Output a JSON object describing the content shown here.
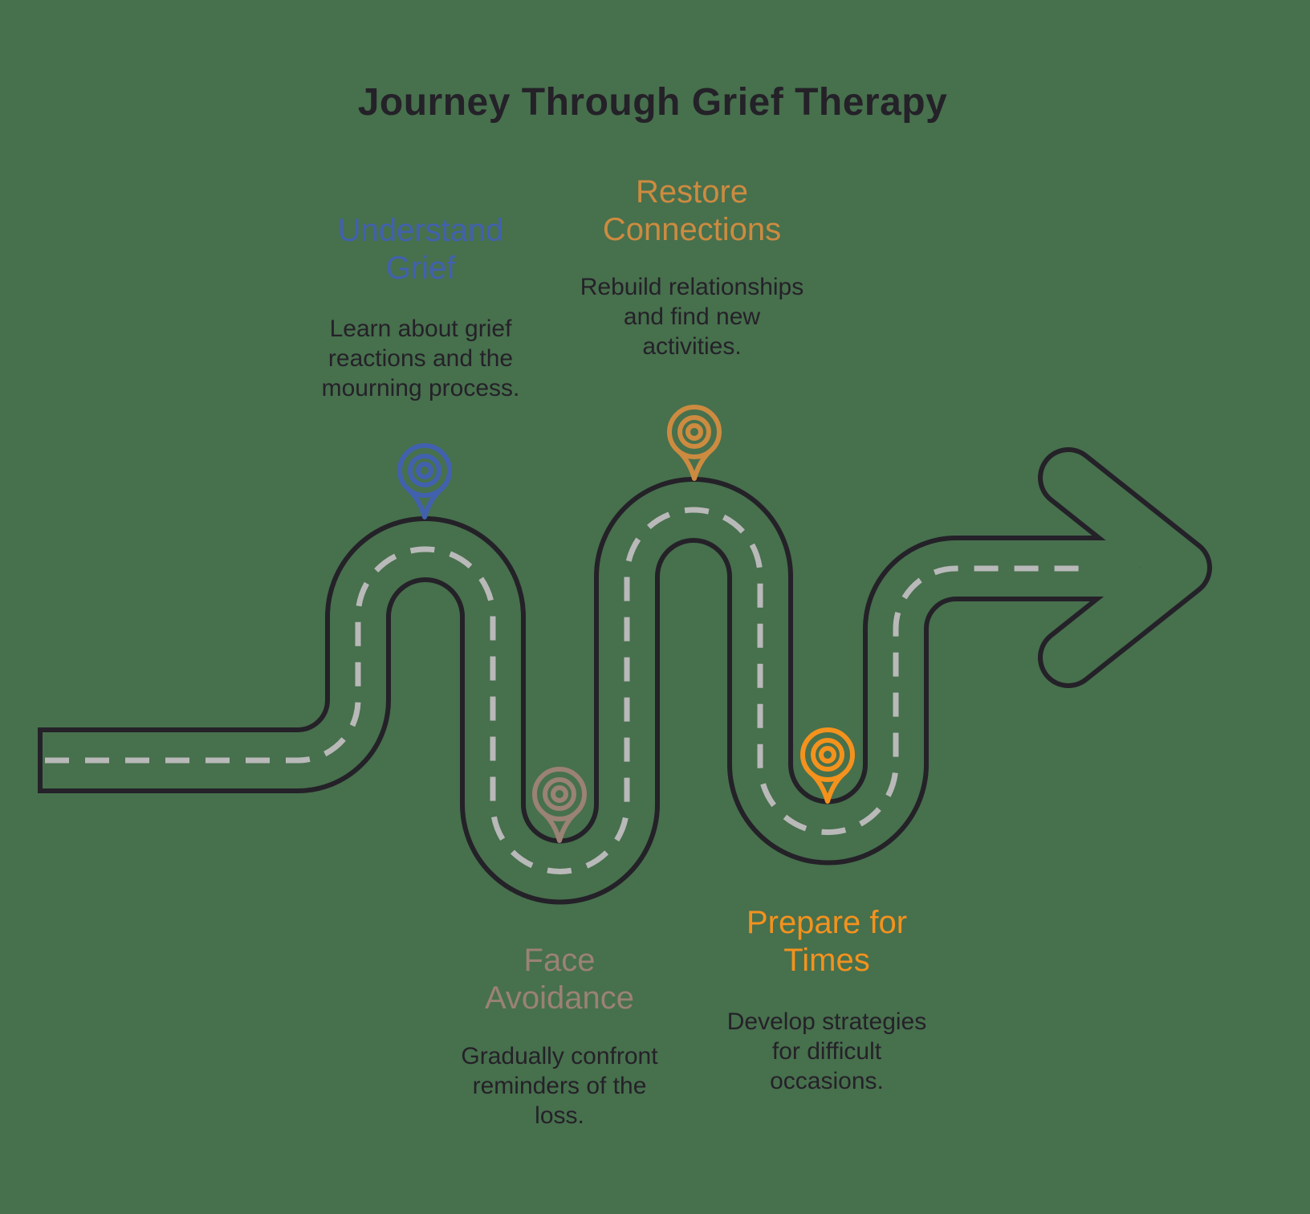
{
  "title": "Journey Through Grief Therapy",
  "colors": {
    "background": "#47704D",
    "road_outline": "#242128",
    "road_dash": "#B9B9B9",
    "text_dark": "#242128"
  },
  "milestones": [
    {
      "id": "understand-grief",
      "heading": "Understand\nGrief",
      "description": "Learn about grief\nreactions and the\nmourning process.",
      "color": "#4161AE"
    },
    {
      "id": "restore-connections",
      "heading": "Restore\nConnections",
      "description": "Rebuild relationships\nand find new\nactivities.",
      "color": "#CD8B40"
    },
    {
      "id": "face-avoidance",
      "heading": "Face\nAvoidance",
      "description": "Gradually confront\nreminders of the\nloss.",
      "color": "#9A8274"
    },
    {
      "id": "prepare-for-times",
      "heading": "Prepare for\nTimes",
      "description": "Develop strategies\nfor difficult\noccasions.",
      "color": "#F4921D"
    }
  ]
}
